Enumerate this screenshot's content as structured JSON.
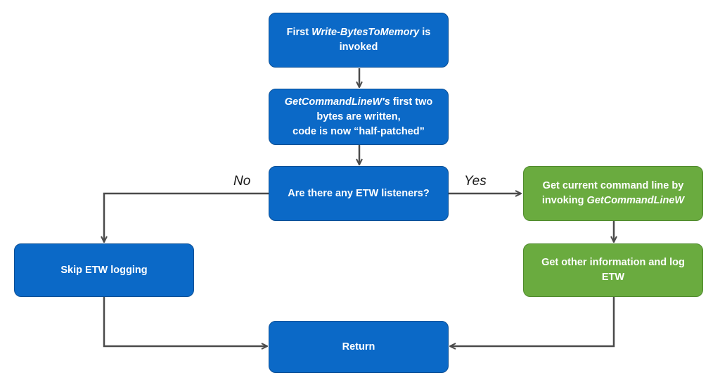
{
  "nodes": {
    "start": {
      "pre": "First ",
      "em": "Write-BytesToMemory",
      "post": " is invoked"
    },
    "half": {
      "em": "GetCommandLineW's",
      "l1": " first two",
      "l2": "bytes are written,",
      "l3": "code is now “half-patched”"
    },
    "decide": {
      "text": "Are there any ETW listeners?"
    },
    "skip": {
      "text": "Skip ETW logging"
    },
    "getcmd": {
      "pre": "Get current command line by invoking ",
      "em": "GetCommandLineW"
    },
    "log": {
      "text": "Get other information and log ETW"
    },
    "return": {
      "text": "Return"
    }
  },
  "edge_labels": {
    "no": "No",
    "yes": "Yes"
  },
  "colors": {
    "process": "#0b69c7",
    "etw_path": "#6aab3f",
    "connector": "#4a4a4a"
  }
}
